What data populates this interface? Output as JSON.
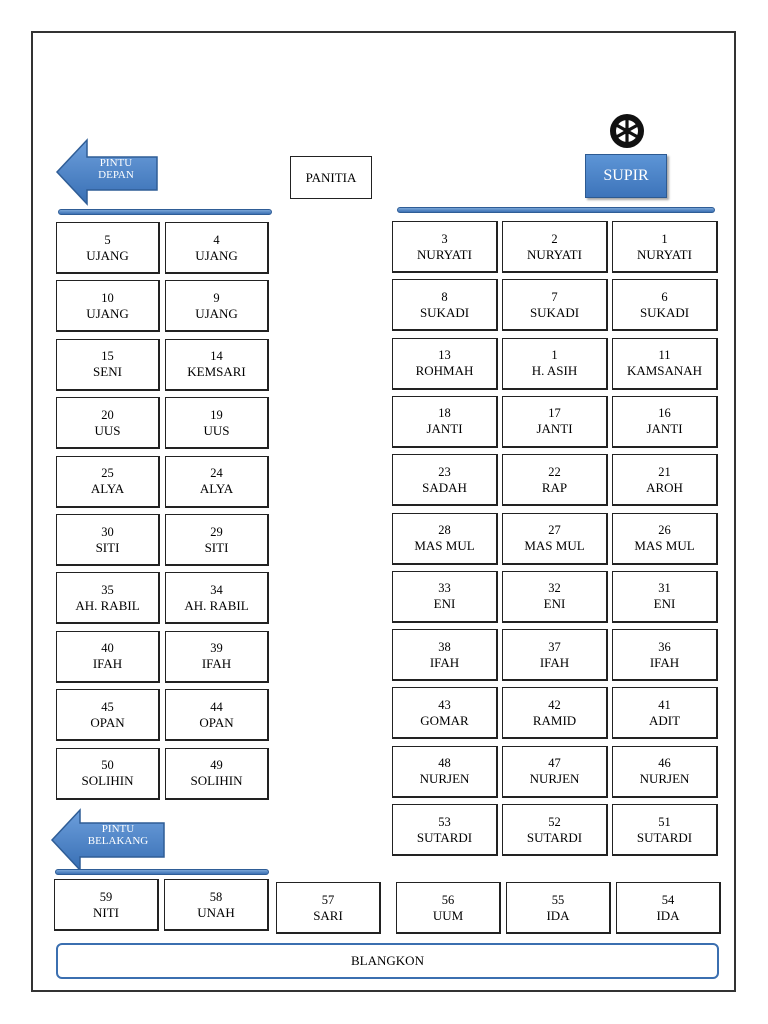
{
  "labels": {
    "panitia": "PANITIA",
    "supir": "SUPIR",
    "pintu_depan_1": "PINTU",
    "pintu_depan_2": "DEPAN",
    "pintu_belakang_1": "PINTU",
    "pintu_belakang_2": "BELAKANG",
    "blangkon": "BLANGKON"
  },
  "colors": {
    "accent": "#4f86c6",
    "accent_dark": "#2f5d96"
  },
  "icons": {
    "steering": "steering-wheel-icon",
    "front_door": "arrow-left-icon",
    "back_door": "arrow-left-icon"
  },
  "seats": [
    {
      "num": "5",
      "name": "UJANG"
    },
    {
      "num": "4",
      "name": "UJANG"
    },
    {
      "num": "10",
      "name": "UJANG"
    },
    {
      "num": "9",
      "name": "UJANG"
    },
    {
      "num": "15",
      "name": "SENI"
    },
    {
      "num": "14",
      "name": "KEMSARI"
    },
    {
      "num": "20",
      "name": "UUS"
    },
    {
      "num": "19",
      "name": "UUS"
    },
    {
      "num": "25",
      "name": "ALYA"
    },
    {
      "num": "24",
      "name": "ALYA"
    },
    {
      "num": "30",
      "name": "SITI"
    },
    {
      "num": "29",
      "name": "SITI"
    },
    {
      "num": "35",
      "name": "AH. RABIL"
    },
    {
      "num": "34",
      "name": "AH. RABIL"
    },
    {
      "num": "40",
      "name": "IFAH"
    },
    {
      "num": "39",
      "name": "IFAH"
    },
    {
      "num": "45",
      "name": "OPAN"
    },
    {
      "num": "44",
      "name": "OPAN"
    },
    {
      "num": "50",
      "name": "SOLIHIN"
    },
    {
      "num": "49",
      "name": "SOLIHIN"
    },
    {
      "num": "3",
      "name": "NURYATI"
    },
    {
      "num": "2",
      "name": "NURYATI"
    },
    {
      "num": "1",
      "name": "NURYATI"
    },
    {
      "num": "8",
      "name": "SUKADI"
    },
    {
      "num": "7",
      "name": "SUKADI"
    },
    {
      "num": "6",
      "name": "SUKADI"
    },
    {
      "num": "13",
      "name": "ROHMAH"
    },
    {
      "num": "1",
      "name": "H. ASIH"
    },
    {
      "num": "11",
      "name": "KAMSANAH"
    },
    {
      "num": "18",
      "name": "JANTI"
    },
    {
      "num": "17",
      "name": "JANTI"
    },
    {
      "num": "16",
      "name": "JANTI"
    },
    {
      "num": "23",
      "name": "SADAH"
    },
    {
      "num": "22",
      "name": "RAP"
    },
    {
      "num": "21",
      "name": "AROH"
    },
    {
      "num": "28",
      "name": "MAS MUL"
    },
    {
      "num": "27",
      "name": "MAS MUL"
    },
    {
      "num": "26",
      "name": "MAS MUL"
    },
    {
      "num": "33",
      "name": "ENI"
    },
    {
      "num": "32",
      "name": "ENI"
    },
    {
      "num": "31",
      "name": "ENI"
    },
    {
      "num": "38",
      "name": "IFAH"
    },
    {
      "num": "37",
      "name": "IFAH"
    },
    {
      "num": "36",
      "name": "IFAH"
    },
    {
      "num": "43",
      "name": "GOMAR"
    },
    {
      "num": "42",
      "name": "RAMID"
    },
    {
      "num": "41",
      "name": "ADIT"
    },
    {
      "num": "48",
      "name": "NURJEN"
    },
    {
      "num": "47",
      "name": "NURJEN"
    },
    {
      "num": "46",
      "name": "NURJEN"
    },
    {
      "num": "53",
      "name": "SUTARDI"
    },
    {
      "num": "52",
      "name": "SUTARDI"
    },
    {
      "num": "51",
      "name": "SUTARDI"
    },
    {
      "num": "59",
      "name": "NITI"
    },
    {
      "num": "58",
      "name": "UNAH"
    },
    {
      "num": "57",
      "name": "SARI"
    },
    {
      "num": "56",
      "name": "UUM"
    },
    {
      "num": "55",
      "name": "IDA"
    },
    {
      "num": "54",
      "name": "IDA"
    }
  ]
}
